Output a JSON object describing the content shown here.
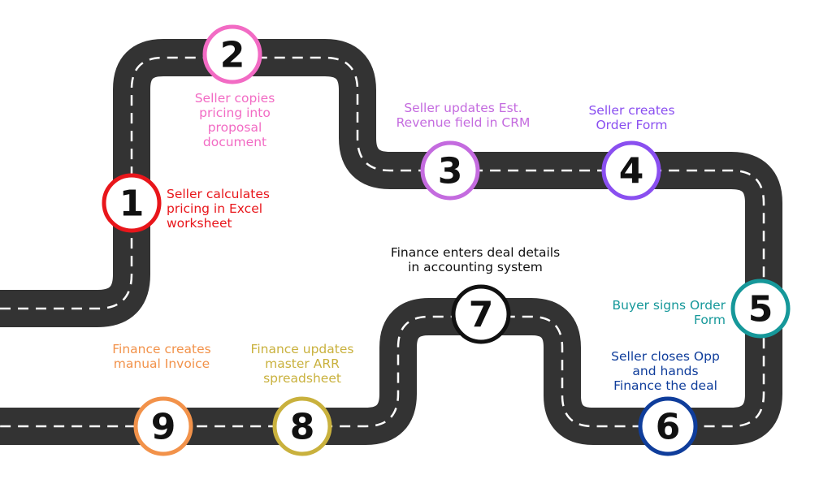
{
  "steps": [
    {
      "num": "1",
      "label": "Seller calculates\npricing in Excel\nworksheet",
      "color": "#e8161b"
    },
    {
      "num": "2",
      "label": "Seller copies\npricing into\nproposal\ndocument",
      "color": "#f26bc4"
    },
    {
      "num": "3",
      "label": "Seller updates Est.\nRevenue field in CRM",
      "color": "#c46bdf"
    },
    {
      "num": "4",
      "label": "Seller creates\nOrder Form",
      "color": "#8a4ff0"
    },
    {
      "num": "5",
      "label": "Buyer signs Order\nForm",
      "color": "#16989a"
    },
    {
      "num": "6",
      "label": "Seller closes Opp\nand hands\nFinance  the deal",
      "color": "#0f3d9b"
    },
    {
      "num": "7",
      "label": "Finance enters deal details\nin accounting system",
      "color": "#111111"
    },
    {
      "num": "8",
      "label": "Finance updates\nmaster ARR\nspreadsheet",
      "color": "#c9b13d"
    },
    {
      "num": "9",
      "label": "Finance creates\nmanual Invoice",
      "color": "#f2924a"
    }
  ],
  "colors": {
    "road": "#333333",
    "dash": "#ffffff",
    "background": "#ffffff"
  }
}
